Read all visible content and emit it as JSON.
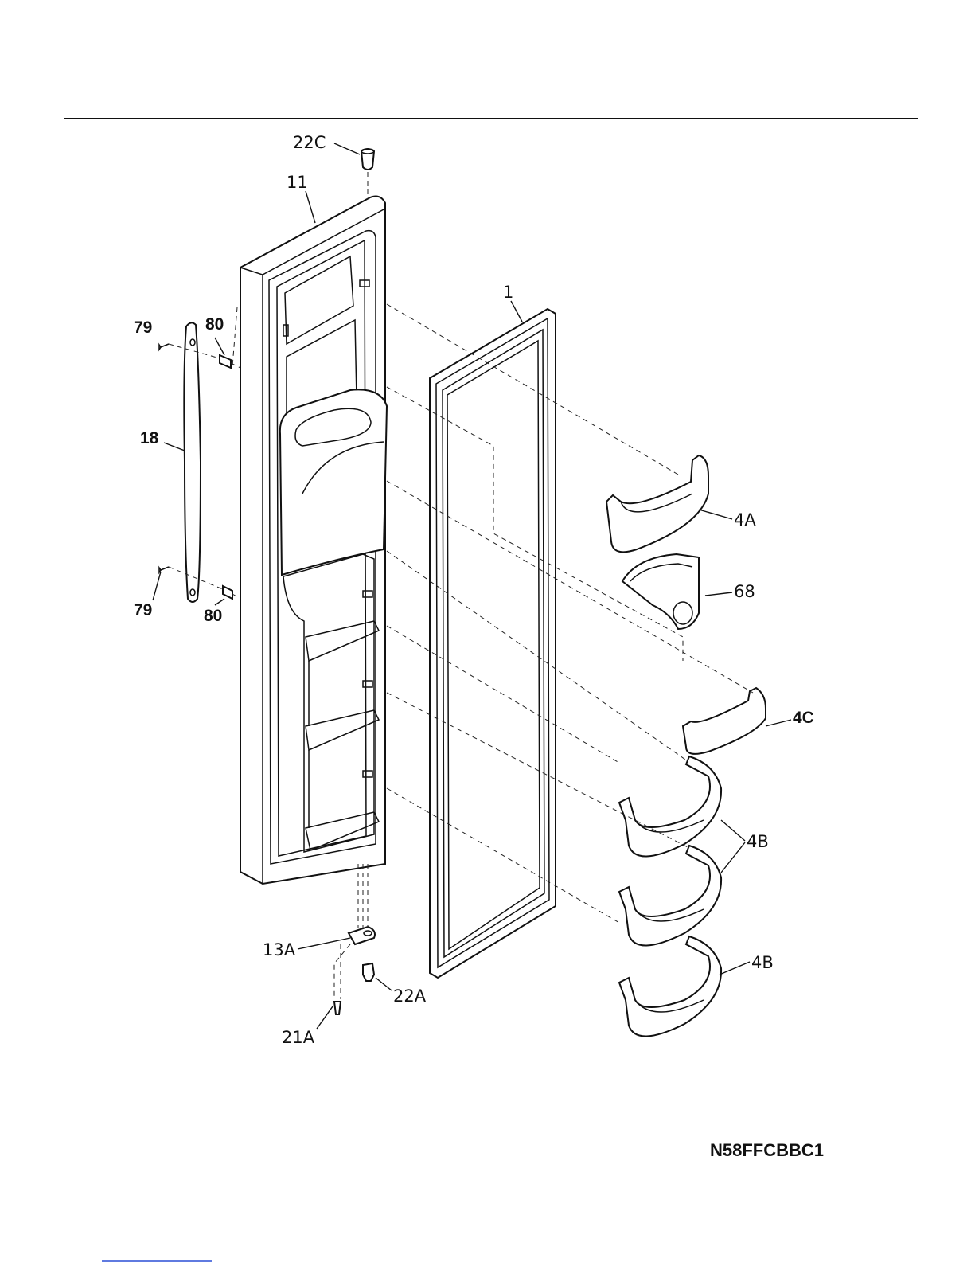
{
  "diagram": {
    "model_code": "N58FFCBBC1",
    "callouts": {
      "c22C": "22C",
      "c11": "11",
      "c1": "1",
      "c79_top": "79",
      "c80_top": "80",
      "c18": "18",
      "c79_bot": "79",
      "c80_bot": "80",
      "c4A": "4A",
      "c68": "68",
      "c4C": "4C",
      "c4B_pair": "4B",
      "c4B_single": "4B",
      "c13A": "13A",
      "c22A": "22A",
      "c21A": "21A"
    }
  }
}
